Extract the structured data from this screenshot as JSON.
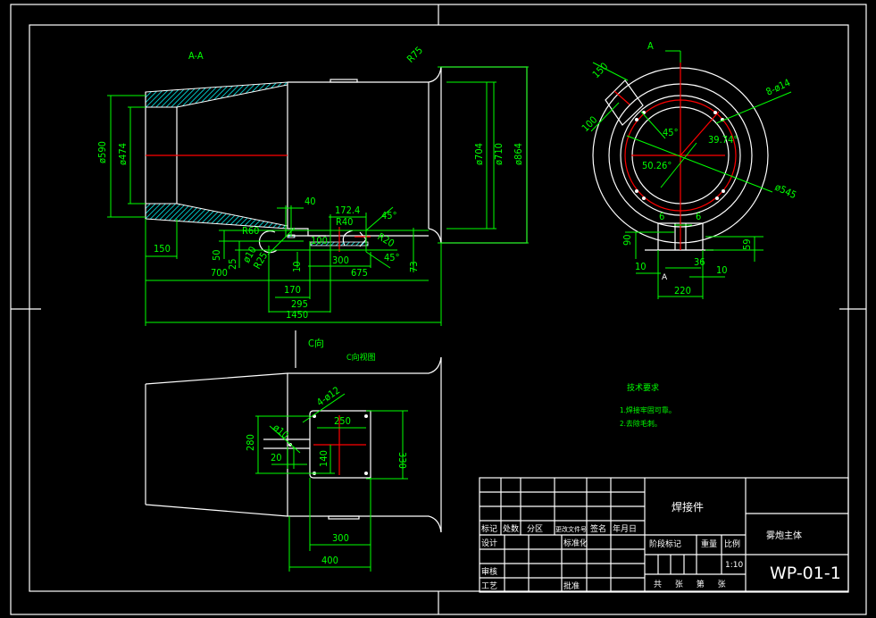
{
  "views": {
    "section_label": "A-A",
    "circle_label": "A",
    "view_c_arrow": "C向",
    "view_c_label": "C向视图"
  },
  "dims_section": {
    "r75": "R75",
    "d590": "ø590",
    "d474": "ø474",
    "d704": "ø704",
    "d710": "ø710",
    "d864": "ø864",
    "w150": "150",
    "w40": "40",
    "w172": "172.4",
    "a45a": "45°",
    "a45b": "45°",
    "r60": "R60",
    "r40": "R40",
    "d10": "ø10",
    "r25": "R25",
    "r20": "R20",
    "w100": "100",
    "w50": "50",
    "w25": "25",
    "w10": "10",
    "w300": "300",
    "w73": "73",
    "w700": "700",
    "w675": "675",
    "w170": "170",
    "w295": "295",
    "w1450": "1450"
  },
  "dims_circle": {
    "w150": "150",
    "w100": "100",
    "holes": "8-ø14",
    "a45": "45°",
    "a3974": "39.74°",
    "a5026": "50.26°",
    "d545": "ø545",
    "w6a": "6",
    "w6b": "6",
    "w90": "90",
    "w59": "59",
    "w10a": "10",
    "w36": "36",
    "w10b": "10",
    "w220": "220",
    "sec": "A"
  },
  "dims_c": {
    "holes": "4-ø12",
    "d10": "ø10",
    "w250": "250",
    "w280": "280",
    "w330": "330",
    "w20": "20",
    "w140": "140",
    "w300": "300",
    "w400": "400"
  },
  "tech": {
    "title": "技术要求",
    "item1": "1.焊接牢固可靠。",
    "item2": "2.去除毛刺。"
  },
  "title_block": {
    "h_mark": "标记",
    "h_count": "处数",
    "h_zone": "分区",
    "h_doc": "更改文件号",
    "h_sign": "签名",
    "h_date": "年月日",
    "design": "设计",
    "standard": "标准化",
    "review": "审核",
    "process": "工艺",
    "approve": "批准",
    "material": "焊接件",
    "stage": "阶段标记",
    "weight": "重量",
    "scale_label": "比例",
    "scale": "1:10",
    "sheets": "共  张  第  张",
    "part_name": "雾炮主体",
    "drawing_no": "WP-01-1"
  }
}
